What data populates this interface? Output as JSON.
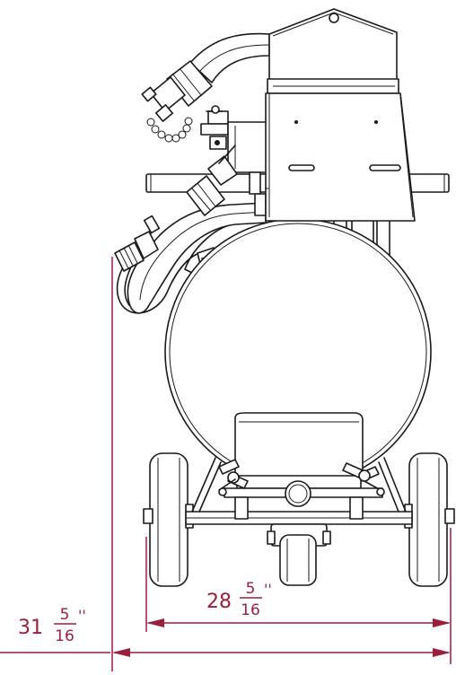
{
  "dimensions": {
    "inner_width": {
      "whole": "28",
      "numerator": "5",
      "denominator": "16",
      "unit": "''"
    },
    "outer_width": {
      "whole": "31",
      "numerator": "5",
      "denominator": "16",
      "unit": "''"
    }
  },
  "colors": {
    "linework": "#1a1a1a",
    "dimension": "#9a1f3d",
    "background": "#ffffff"
  }
}
